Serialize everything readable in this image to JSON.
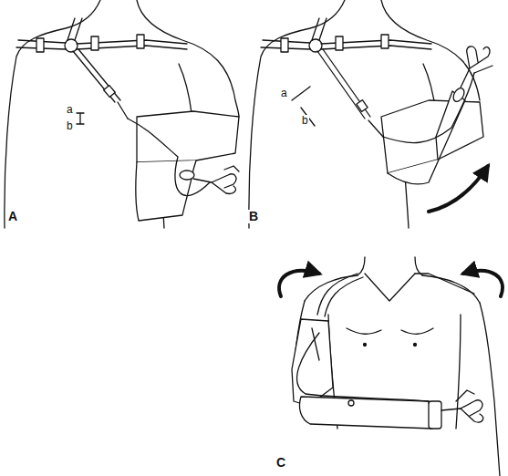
{
  "diagram": {
    "labels": [
      "a",
      "b",
      "A",
      "a",
      "b",
      "B",
      "C"
    ]
  }
}
